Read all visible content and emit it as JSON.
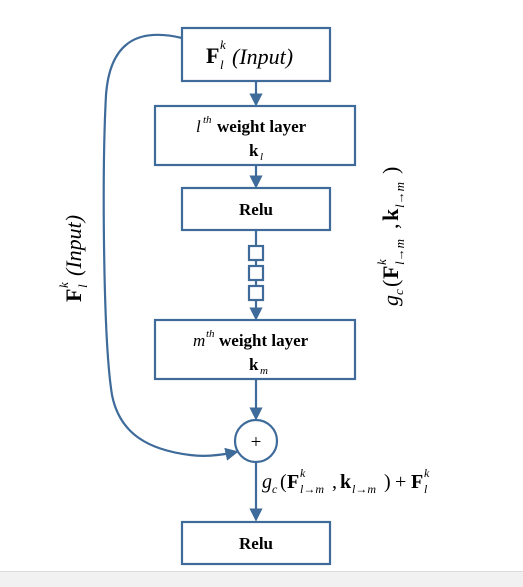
{
  "colors": {
    "stroke": "#3e6b9a",
    "text": "#000000",
    "background": "#ffffff"
  },
  "input_box": {
    "symbol": "F",
    "sub": "l",
    "sup": "k",
    "text": "(Input)"
  },
  "weight_layer_l": {
    "ordinal": "l",
    "ordinal_sup": "th",
    "label": "weight layer",
    "kernel": "k",
    "kernel_sub": "l"
  },
  "relu_top": {
    "label": "Relu"
  },
  "weight_layer_m": {
    "ordinal": "m",
    "ordinal_sup": "th",
    "label": "weight layer",
    "kernel": "k",
    "kernel_sub": "m"
  },
  "sum_node": {
    "symbol": "+"
  },
  "relu_bottom": {
    "label": "Relu"
  },
  "skip_label": {
    "symbol": "F",
    "sub": "l",
    "sup": "k",
    "text": "(Input)"
  },
  "gc_vertical": {
    "g": "g",
    "g_sub": "c",
    "F": "F",
    "F_sup": "k",
    "F_sub": "l→m",
    "k": "k",
    "k_sub": "l→m"
  },
  "gc_output": {
    "g": "g",
    "g_sub": "c",
    "F": "F",
    "F_sup": "k",
    "F_sub": "l→m",
    "k": "k",
    "k_sub": "l→m",
    "plus": "+",
    "F2": "F",
    "F2_sup": "k",
    "F2_sub": "l"
  }
}
